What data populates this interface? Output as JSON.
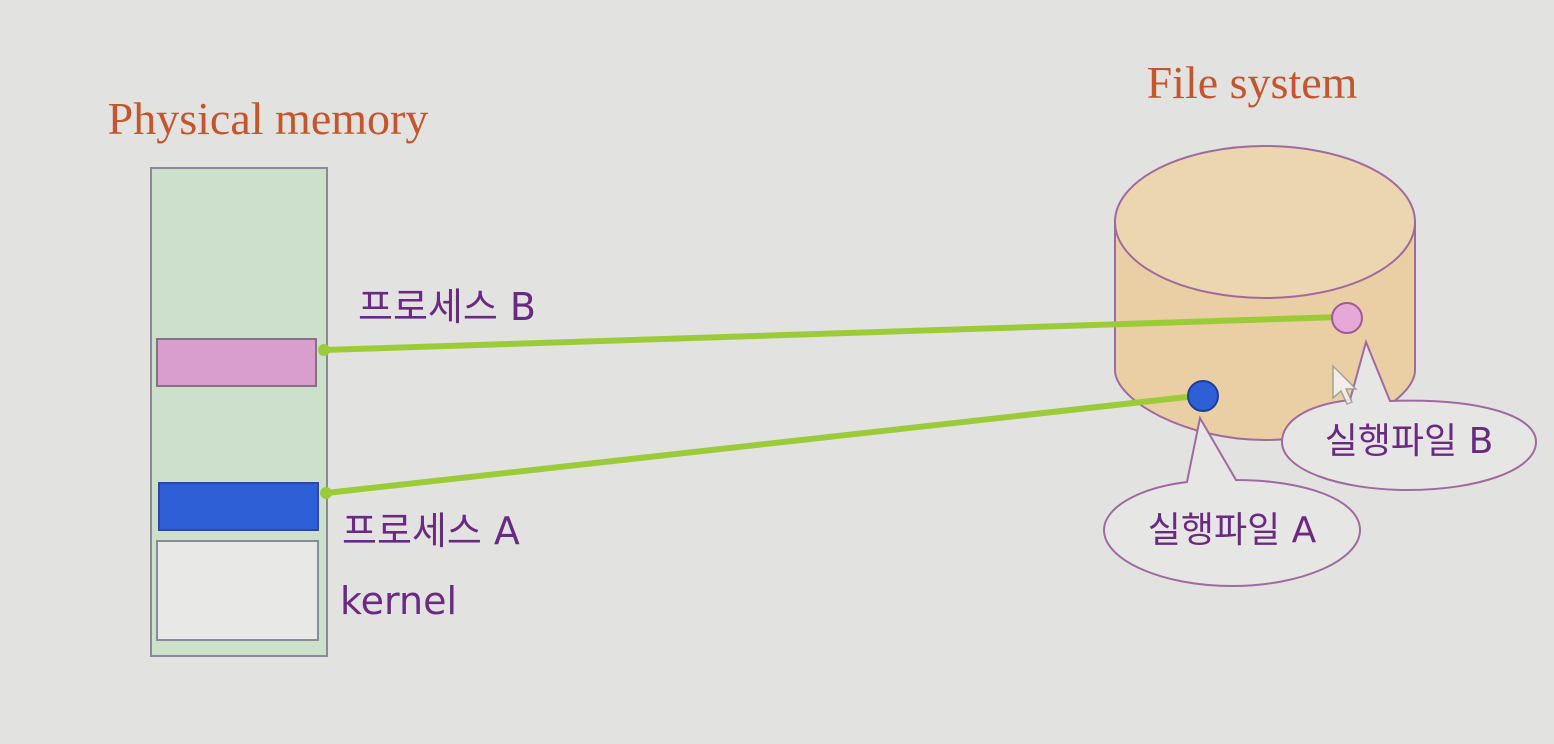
{
  "memory": {
    "title": "Physical memory",
    "process_b_label": "프로세스 B",
    "process_a_label": "프로세스 A",
    "kernel_label": "kernel"
  },
  "filesystem": {
    "title": "File system",
    "exec_a_label": "실행파일 A",
    "exec_b_label": "실행파일 B"
  },
  "colors": {
    "title": "#c4552c",
    "label": "#6a2a82",
    "memory_fill": "#cde0cc",
    "process_b": "#d99ecb",
    "process_a": "#2e5fd6",
    "connector": "#9ccb3a",
    "disk": "#e9cfa3"
  }
}
